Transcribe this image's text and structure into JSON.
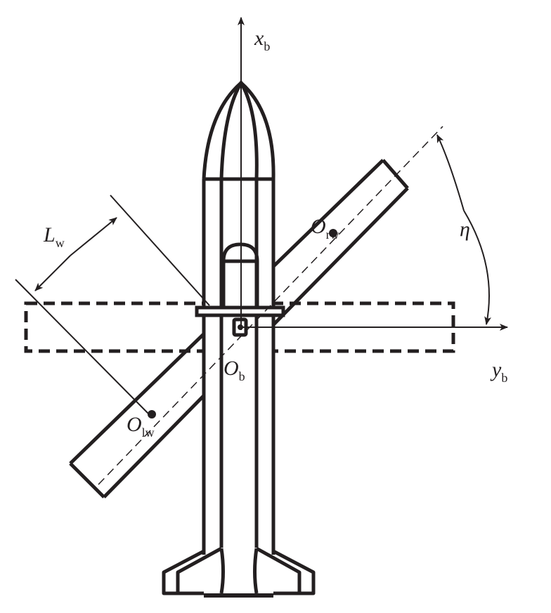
{
  "labels": {
    "x_axis": {
      "main": "x",
      "sub": "b"
    },
    "y_axis": {
      "main": "y",
      "sub": "b"
    },
    "origin": {
      "main": "O",
      "sub": "b"
    },
    "right_wing_center": {
      "main": "O",
      "sub": "rw"
    },
    "left_wing_center": {
      "main": "O",
      "sub": "lw"
    },
    "wing_length": {
      "main": "L",
      "sub": "w"
    },
    "sweep_angle": "η"
  },
  "colors": {
    "stroke": "#231f20",
    "background": "#ffffff"
  }
}
